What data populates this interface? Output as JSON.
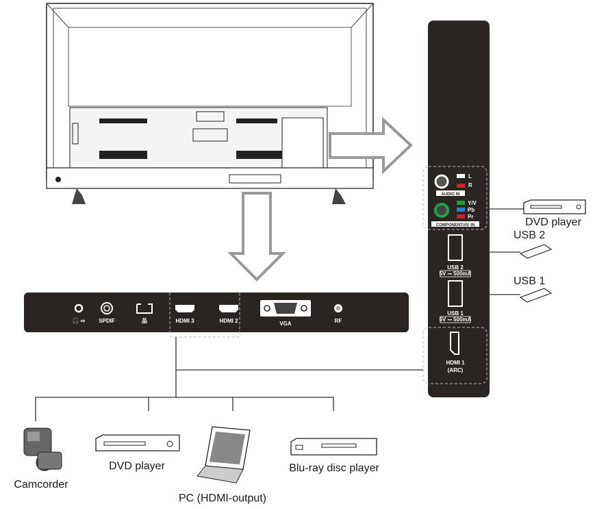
{
  "colors": {
    "panel": "#2b2522",
    "arrow": "#999999",
    "audio_white": "#ffffff",
    "audio_red": "#d0202a",
    "comp_green": "#1ea04a",
    "comp_blue": "#2a7fd4",
    "comp_red": "#d0202a"
  },
  "side_panel": {
    "audio_l": "L",
    "audio_r": "R",
    "audio_in": "AUDIO IN",
    "comp_y": "Y/V",
    "comp_pb": "Pb",
    "comp_pr": "Pr",
    "comp_in": "COMPONENT/AV IN",
    "usb2": "USB 2",
    "usb2_rating": "5V ⎓ 500mA",
    "usb1": "USB 1",
    "usb1_rating": "5V ⎓ 500mA",
    "hdmi1": "HDMI 1",
    "hdmi1_sub": "(ARC)"
  },
  "bottom_panel": {
    "spdif": "SPDIF",
    "hdmi3": "HDMI 3",
    "hdmi2": "HDMI 2",
    "vga": "VGA",
    "rf": "RF"
  },
  "devices": {
    "dvd_right": "DVD player",
    "usb2": "USB 2",
    "usb1": "USB 1",
    "camcorder": "Camcorder",
    "dvd": "DVD player",
    "pc": "PC (HDMI-output)",
    "bluray": "Blu-ray disc player"
  }
}
